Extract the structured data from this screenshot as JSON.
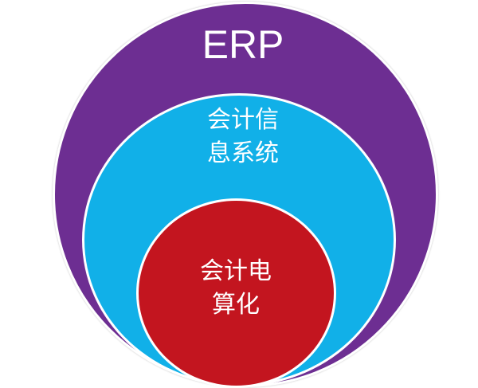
{
  "colors": {
    "outer_circle": "#6d2e92",
    "middle_circle": "#11b0e8",
    "inner_circle": "#c3151f",
    "label_text": "#ffffff",
    "border": "#ffffff"
  },
  "diagram": {
    "outer": {
      "label": "ERP"
    },
    "middle": {
      "lines": [
        "会计信",
        "息系统"
      ]
    },
    "inner": {
      "lines": [
        "会计电",
        "算化"
      ]
    }
  }
}
